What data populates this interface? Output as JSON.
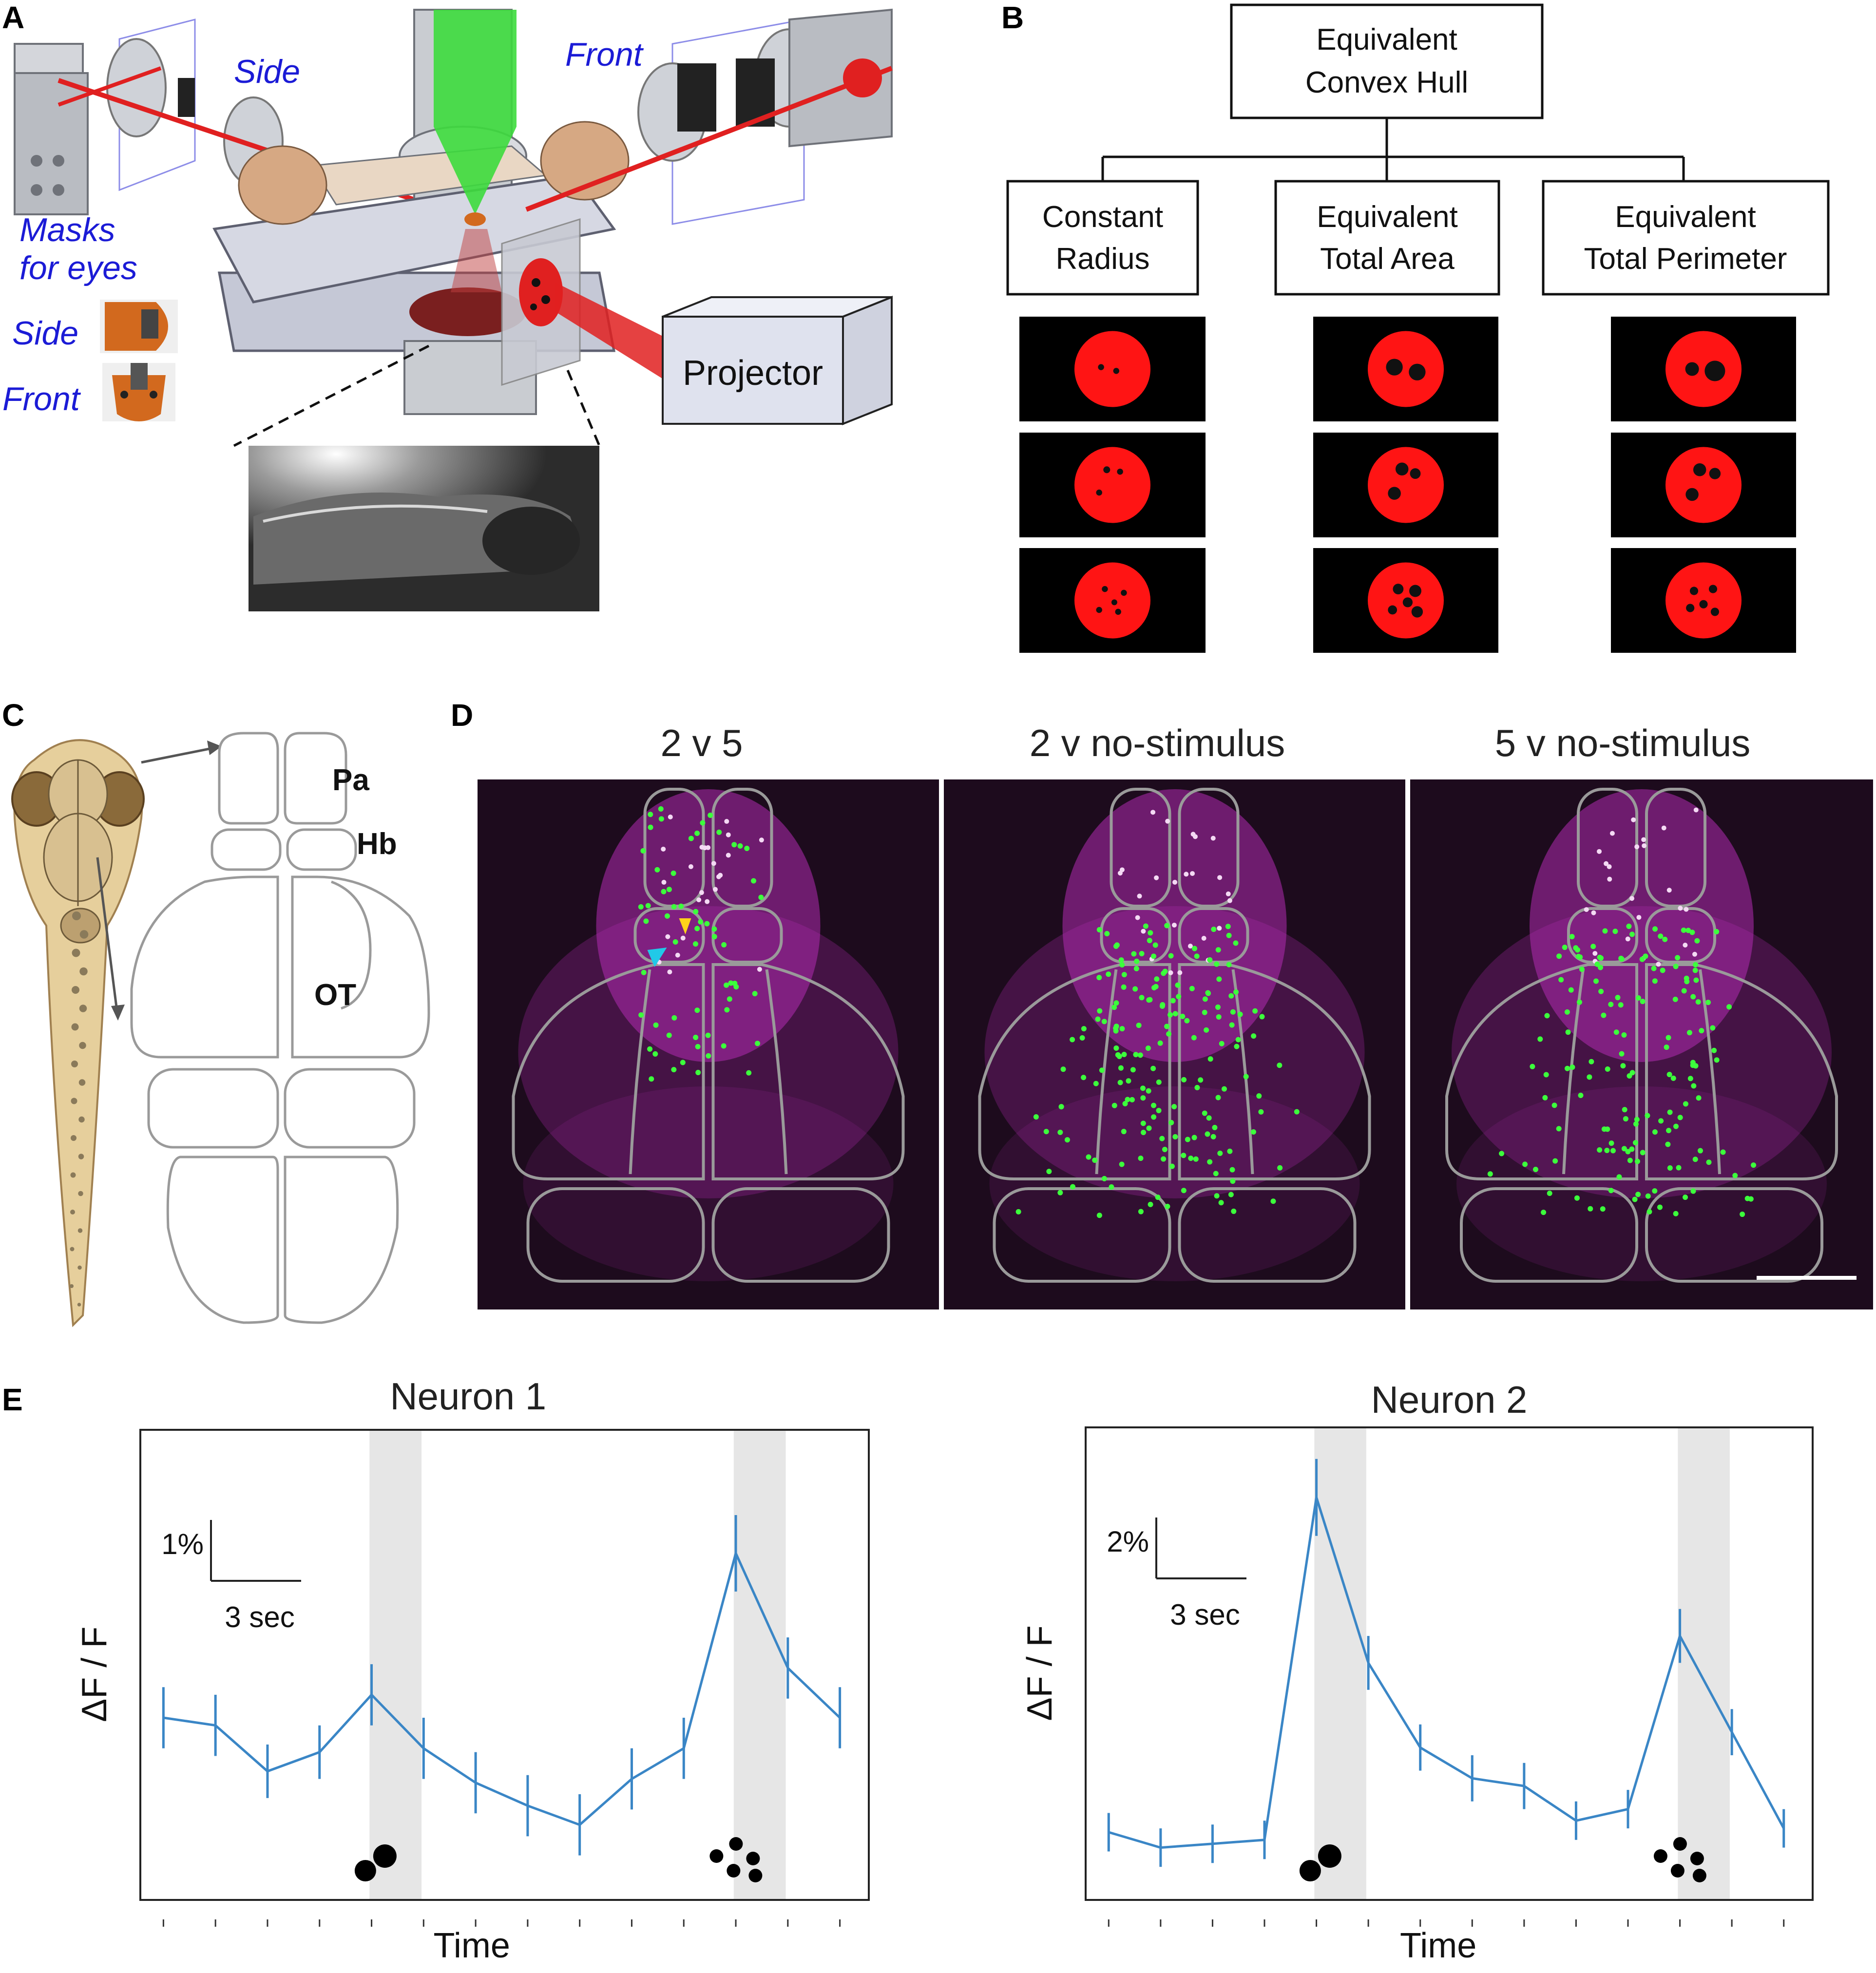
{
  "panel_labels": {
    "a": "A",
    "b": "B",
    "c": "C",
    "d": "D",
    "e": "E"
  },
  "panel_a": {
    "side_label": "Side",
    "front_label": "Front",
    "masks_line1": "Masks",
    "masks_line2": "for eyes",
    "mask_side": "Side",
    "mask_front": "Front",
    "projector": "Projector",
    "colors": {
      "laser_green": "#3ddc3d",
      "beam_red": "#e02020",
      "annotation_blue": "#1b1bd6",
      "mask_orange": "#d2691e"
    }
  },
  "panel_b": {
    "root_line1": "Equivalent",
    "root_line2": "Convex Hull",
    "columns": [
      {
        "line1": "Constant",
        "line2": "Radius"
      },
      {
        "line1": "Equivalent",
        "line2": "Total Area"
      },
      {
        "line1": "Equivalent",
        "line2": "Total Perimeter"
      }
    ],
    "colors": {
      "stimulus_disc": "#ff1414",
      "background": "#000000"
    }
  },
  "panel_c": {
    "regions": {
      "pa": "Pa",
      "hb": "Hb",
      "ot": "OT"
    }
  },
  "panel_d": {
    "maps": [
      "2 v 5",
      "2 v no-stimulus",
      "5 v no-stimulus"
    ],
    "colors": {
      "tissue": "#b02cb0",
      "selected_neurons": "#3cff3c",
      "outline": "#9a9a9a"
    }
  },
  "panel_e": {
    "xlabel": "Time",
    "ylabel": "ΔF / F",
    "time_scale": "3 sec",
    "colors": {
      "trace": "#3a86c6",
      "stimulus_band": "#e6e6e6"
    },
    "neurons": [
      {
        "title": "Neuron 1",
        "amp_scale": "1%",
        "values": [
          0.4,
          0.38,
          0.26,
          0.31,
          0.46,
          0.32,
          0.23,
          0.17,
          0.12,
          0.24,
          0.32,
          0.83,
          0.53,
          0.4
        ],
        "errors": [
          0.08,
          0.08,
          0.07,
          0.07,
          0.08,
          0.08,
          0.08,
          0.08,
          0.08,
          0.08,
          0.08,
          0.1,
          0.08,
          0.08
        ],
        "stimulus_windows": [
          [
            4,
            5
          ],
          [
            11,
            12
          ]
        ]
      },
      {
        "title": "Neuron 2",
        "amp_scale": "2%",
        "values": [
          0.1,
          0.06,
          0.07,
          0.08,
          0.97,
          0.54,
          0.32,
          0.24,
          0.22,
          0.13,
          0.16,
          0.61,
          0.36,
          0.11
        ],
        "errors": [
          0.05,
          0.05,
          0.05,
          0.05,
          0.1,
          0.07,
          0.06,
          0.06,
          0.06,
          0.05,
          0.05,
          0.07,
          0.06,
          0.05
        ],
        "stimulus_windows": [
          [
            4,
            5
          ],
          [
            11,
            12
          ]
        ]
      }
    ]
  }
}
